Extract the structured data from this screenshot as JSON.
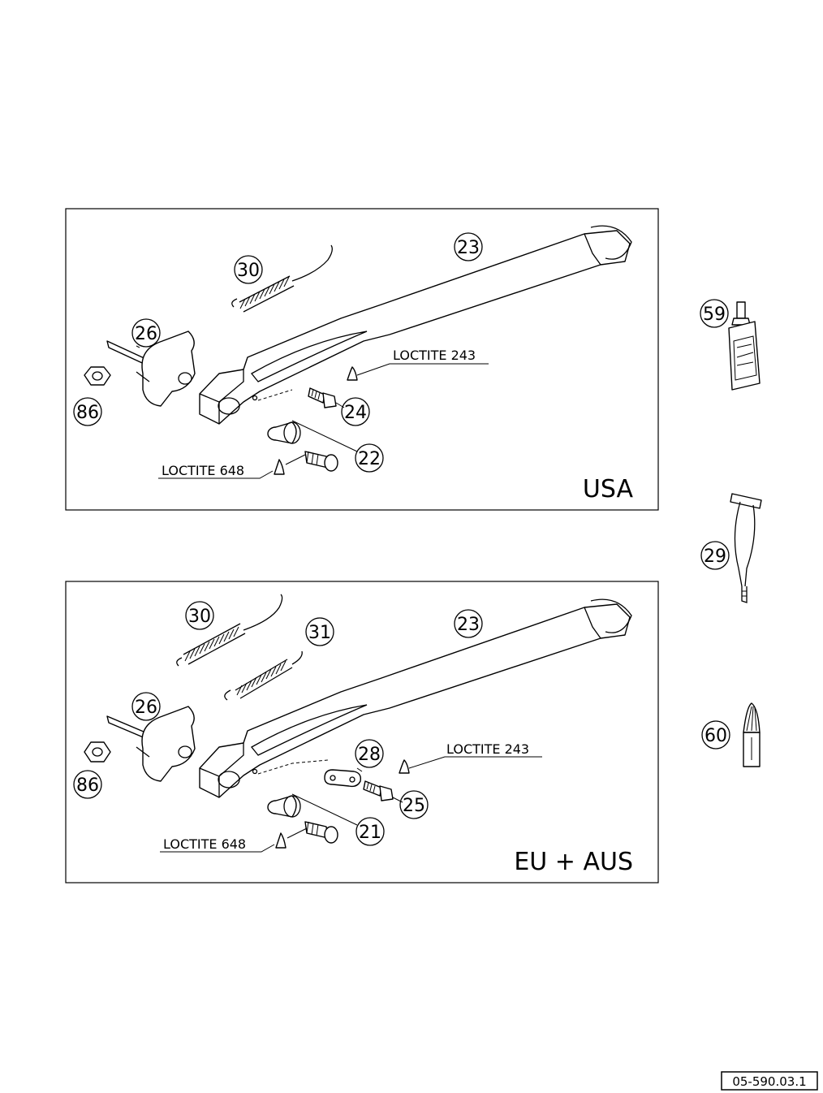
{
  "panels": {
    "usa": {
      "region": "USA",
      "loctite_243": "LOCTITE 243",
      "loctite_648": "LOCTITE 648",
      "callouts": [
        "30",
        "23",
        "26",
        "86",
        "24",
        "22"
      ]
    },
    "eu": {
      "region": "EU + AUS",
      "loctite_243": "LOCTITE 243",
      "loctite_648": "LOCTITE 648",
      "callouts": [
        "30",
        "31",
        "23",
        "26",
        "86",
        "28",
        "25",
        "21"
      ]
    }
  },
  "side_parts": {
    "callouts": [
      "59",
      "29",
      "60"
    ]
  },
  "reference": "05-590.03.1"
}
